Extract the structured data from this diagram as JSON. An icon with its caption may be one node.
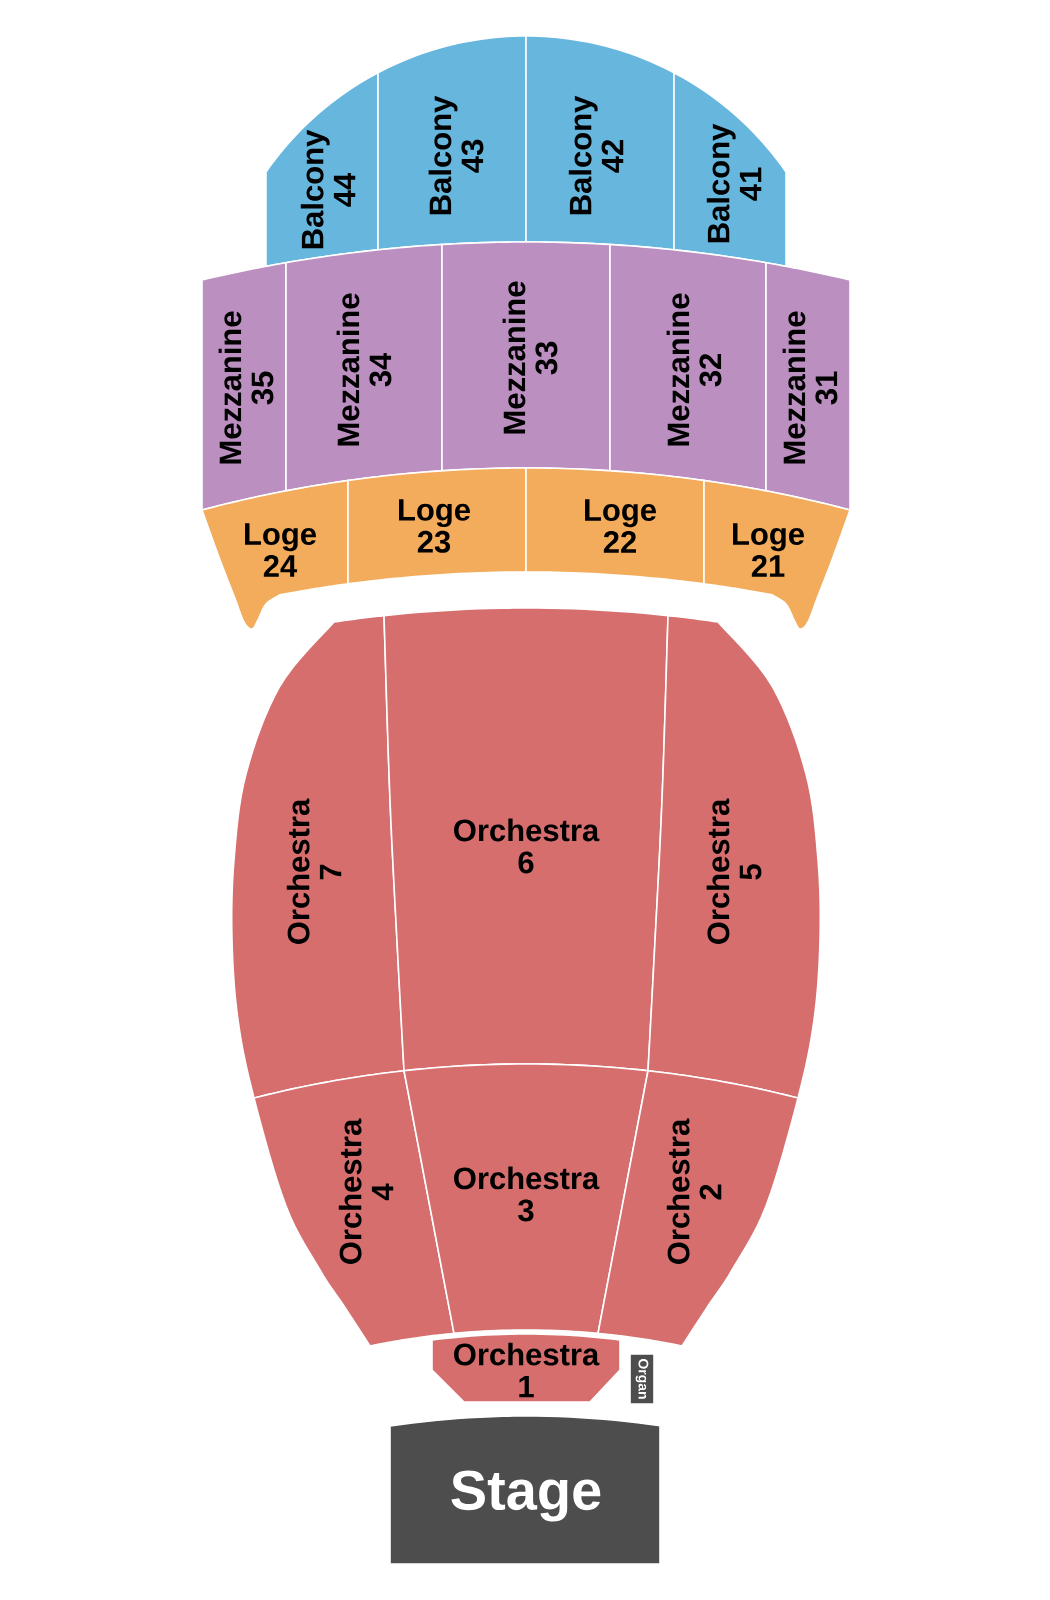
{
  "diagram": {
    "nodes": [
      {
        "text": [
          "Balcony 44"
        ]
      },
      {
        "text": [
          "Balcony 43"
        ]
      },
      {
        "text": [
          "Balcony 42"
        ]
      },
      {
        "text": [
          "Balcony 41"
        ]
      },
      {
        "text": [
          "Mezzanine 35"
        ]
      },
      {
        "text": [
          "Mezzanine 34"
        ]
      },
      {
        "text": [
          "Mezzanine 33"
        ]
      },
      {
        "text": [
          "Mezzanine 32"
        ]
      },
      {
        "text": [
          "Mezzanine 31"
        ]
      },
      {
        "text": [
          "Loge 24"
        ]
      },
      {
        "text": [
          "Loge 23"
        ]
      },
      {
        "text": [
          "Loge 22"
        ]
      },
      {
        "text": [
          "Loge 21"
        ]
      },
      {
        "text": [
          "Orchestra 7"
        ]
      },
      {
        "text": [
          "Orchestra 6"
        ]
      },
      {
        "text": [
          "Orchestra 5"
        ]
      },
      {
        "text": [
          "Orchestra 4"
        ]
      },
      {
        "text": [
          "Orchestra 3"
        ]
      },
      {
        "text": [
          "Orchestra 2"
        ]
      },
      {
        "text": [
          "Orchestra 1"
        ]
      },
      {
        "text": [
          "Organ"
        ]
      },
      {
        "text": [
          "Stage"
        ]
      }
    ]
  }
}
